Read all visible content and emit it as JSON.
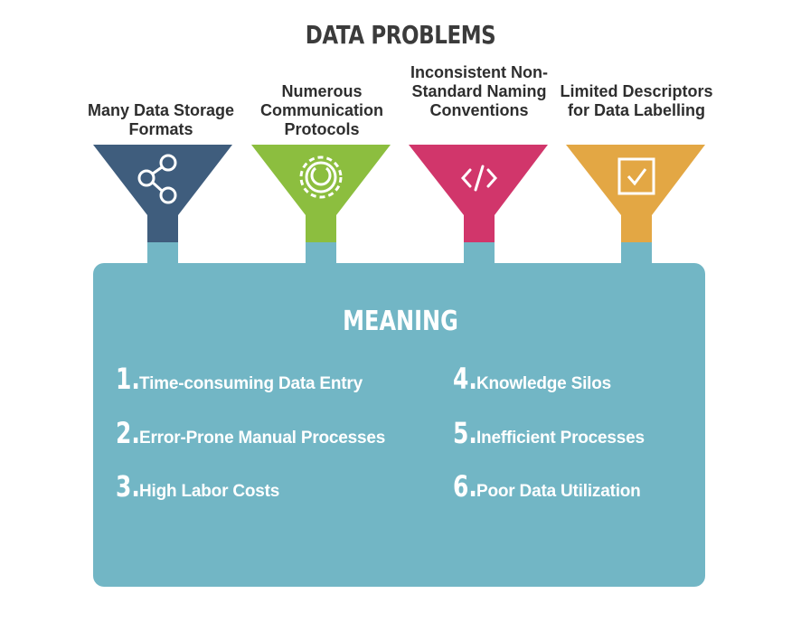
{
  "title": "DATA PROBLEMS",
  "problems": [
    {
      "label": "Many Data Storage Formats",
      "color": "#3f5d7d",
      "icon": "share-icon"
    },
    {
      "label": "Numerous Communication Protocols",
      "color": "#8cbe3f",
      "icon": "gear-icon"
    },
    {
      "label": "Inconsistent Non-Standard Naming Conventions",
      "color": "#d1366b",
      "icon": "code-icon"
    },
    {
      "label": "Limited Descriptors for Data Labelling",
      "color": "#e3a744",
      "icon": "checkbox-icon"
    }
  ],
  "meaning": {
    "title": "MEANING",
    "color": "#72b6c5",
    "items": [
      {
        "num": "1.",
        "text": "Time-consuming Data Entry"
      },
      {
        "num": "2.",
        "text": "Error-Prone Manual Processes"
      },
      {
        "num": "3.",
        "text": "High Labor Costs"
      },
      {
        "num": "4.",
        "text": "Knowledge Silos"
      },
      {
        "num": "5.",
        "text": "Inefficient Processes"
      },
      {
        "num": "6.",
        "text": "Poor Data Utilization"
      }
    ]
  }
}
